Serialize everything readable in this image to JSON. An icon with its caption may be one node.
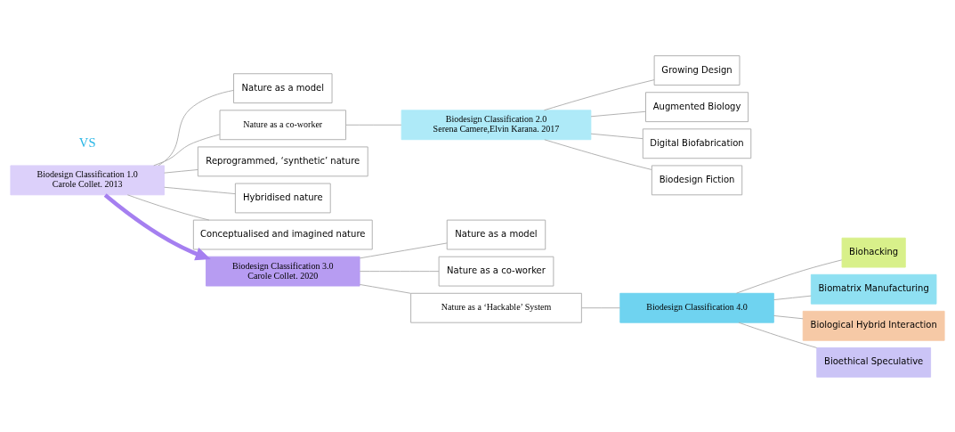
{
  "diagram": {
    "nodes": [
      {
        "text": [
          "Biodesign Classification 1.0",
          "Carole Collet. 2013"
        ]
      },
      {
        "text": [
          "Nature as a model"
        ]
      },
      {
        "text": [
          "Nature as a co-worker"
        ]
      },
      {
        "text": [
          "Biodesign Classification 2.0",
          "Serena Camere,Elvin Karana. 2017"
        ]
      },
      {
        "text": [
          "Growing Design"
        ]
      },
      {
        "text": [
          "Augmented Biology"
        ]
      },
      {
        "text": [
          "Digital Biofabrication"
        ]
      },
      {
        "text": [
          "Biodesign Fiction"
        ]
      },
      {
        "text": [
          "Reprogrammed, ‘synthetic’ nature"
        ]
      },
      {
        "text": [
          "Hybridised nature"
        ]
      },
      {
        "text": [
          "Conceptualised and imagined nature"
        ]
      },
      {
        "text": [
          "Biodesign Classification 3.0",
          "Carole Collet. 2020"
        ]
      },
      {
        "text": [
          "Nature as a model"
        ]
      },
      {
        "text": [
          "Nature as a co-worker"
        ]
      },
      {
        "text": [
          "Nature as a ‘Hackable’ System"
        ]
      },
      {
        "text": [
          "Biodesign Classification 4.0"
        ]
      },
      {
        "text": [
          "Biohacking"
        ]
      },
      {
        "text": [
          "Biomatrix Manufacturing"
        ]
      },
      {
        "text": [
          "Biological Hybrid Interaction"
        ]
      },
      {
        "text": [
          "Bioethical Speculative"
        ]
      }
    ],
    "edges": [
      {
        "from": 0,
        "to": 1,
        "arrow": "none"
      },
      {
        "from": 0,
        "to": 2,
        "arrow": "none"
      },
      {
        "from": 0,
        "to": 8,
        "arrow": "none"
      },
      {
        "from": 0,
        "to": 9,
        "arrow": "none"
      },
      {
        "from": 0,
        "to": 10,
        "arrow": "none"
      },
      {
        "from": 2,
        "to": 3,
        "arrow": "none"
      },
      {
        "from": 3,
        "to": 4,
        "arrow": "none"
      },
      {
        "from": 3,
        "to": 5,
        "arrow": "none"
      },
      {
        "from": 3,
        "to": 6,
        "arrow": "none"
      },
      {
        "from": 3,
        "to": 7,
        "arrow": "none"
      },
      {
        "from": 0,
        "to": 11,
        "arrow": "to",
        "style": "thick",
        "color": "#a57ff0"
      },
      {
        "from": 11,
        "to": 12,
        "arrow": "none"
      },
      {
        "from": 11,
        "to": 13,
        "arrow": "none"
      },
      {
        "from": 11,
        "to": 14,
        "arrow": "none"
      },
      {
        "from": 14,
        "to": 15,
        "arrow": "none"
      },
      {
        "from": 15,
        "to": 16,
        "arrow": "none"
      },
      {
        "from": 15,
        "to": 17,
        "arrow": "none"
      },
      {
        "from": 15,
        "to": 18,
        "arrow": "none"
      },
      {
        "from": 15,
        "to": 19,
        "arrow": "none"
      }
    ],
    "labels": [
      "VS"
    ]
  }
}
